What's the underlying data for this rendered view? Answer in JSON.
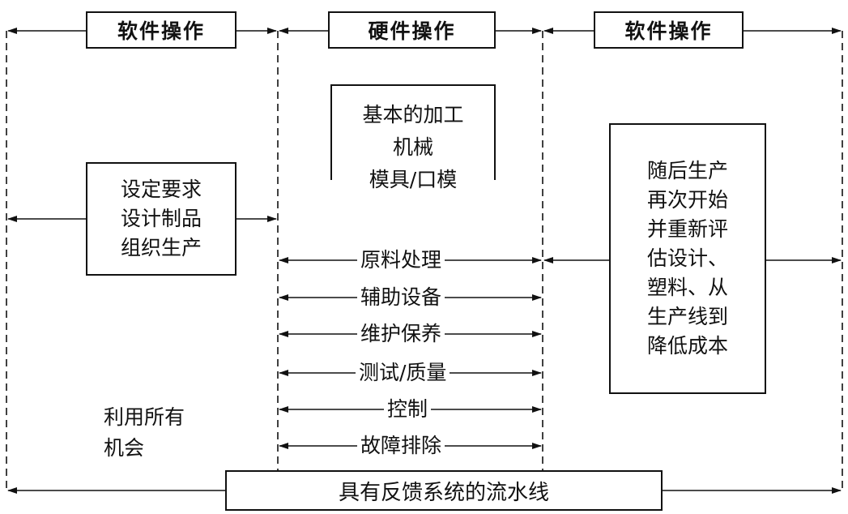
{
  "headers": {
    "software_left": "软件操作",
    "hardware": "硬件操作",
    "software_right": "软件操作"
  },
  "left_box": {
    "lines": "设定要求\n设计制品\n组织生产"
  },
  "machine_box": {
    "line1": "基本的加工",
    "line2": "机械",
    "line3": "模具/口模"
  },
  "hardware_items": [
    "原料处理",
    "辅助设备",
    "维护保养",
    "测试/质量",
    "控制",
    "故障排除"
  ],
  "right_box": {
    "lines": "随后生产\n再次开始\n并重新评\n估设计、\n塑料、从\n生产线到\n降低成本"
  },
  "opportunity_text": "利用所有\n机会",
  "bottom_box": {
    "label": "具有反馈系统的流水线"
  }
}
